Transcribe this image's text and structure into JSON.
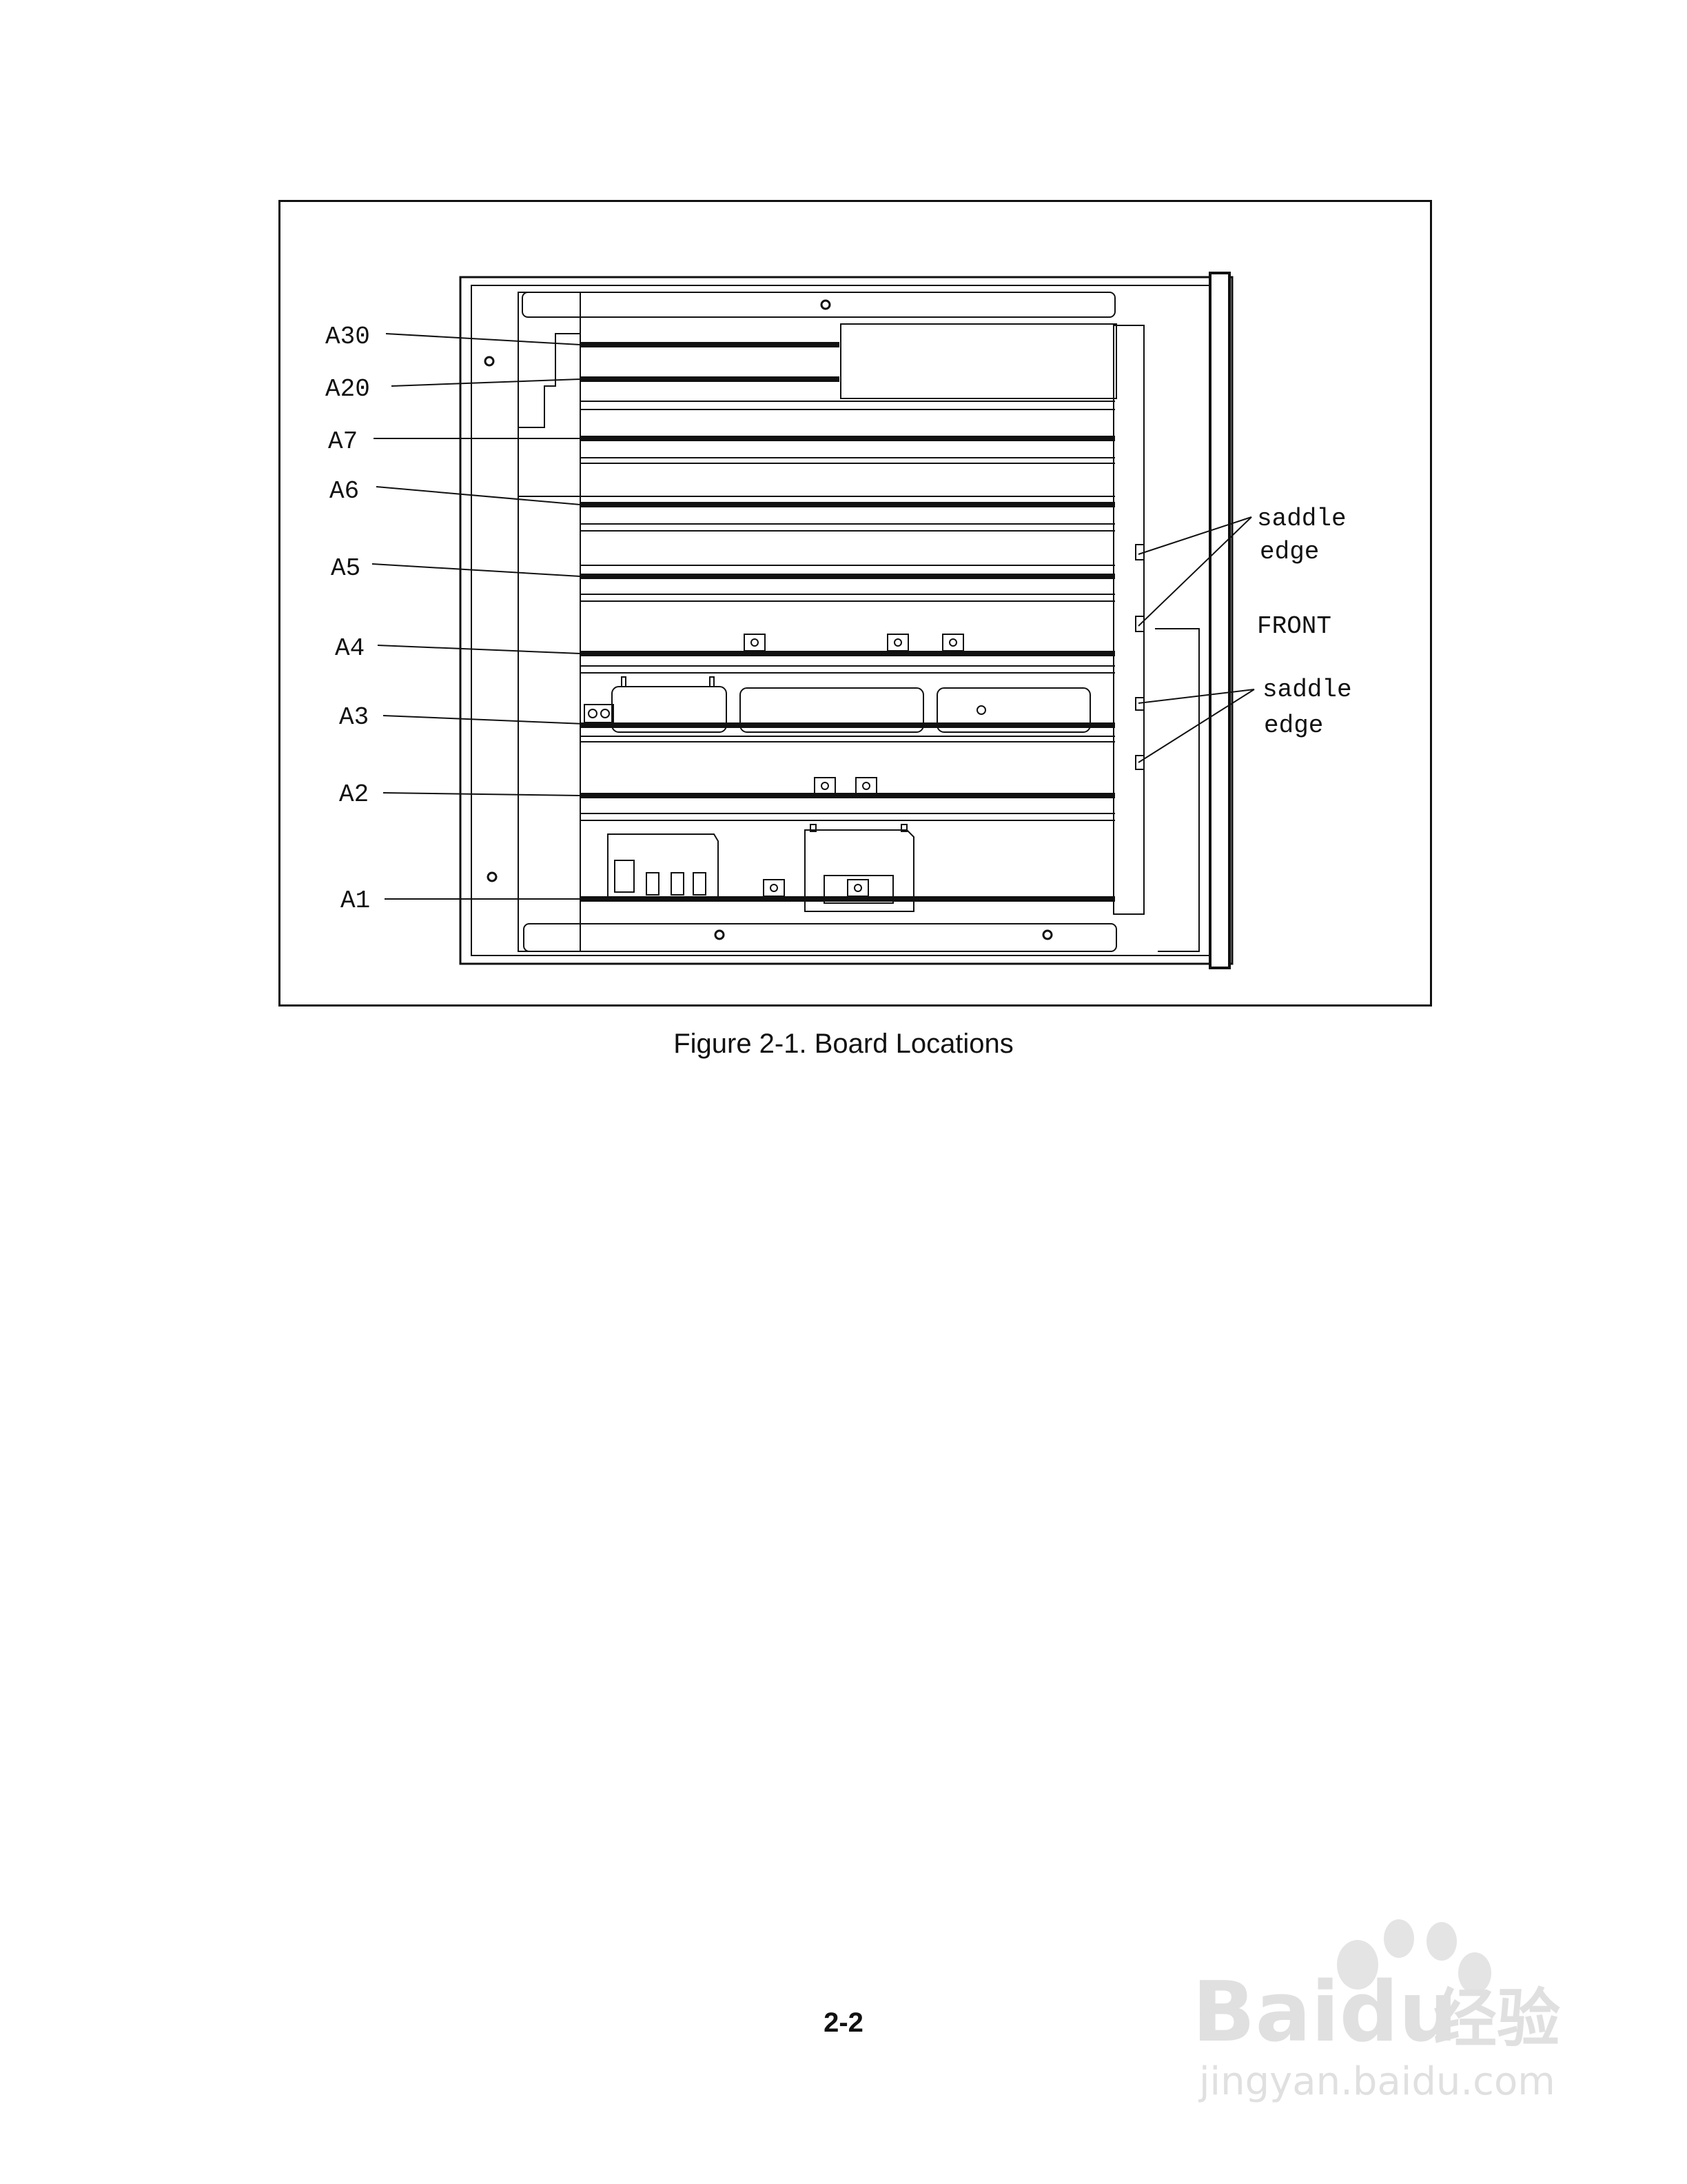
{
  "figure": {
    "caption": "Figure 2-1. Board Locations",
    "board_labels": [
      "A30",
      "A20",
      "A7",
      "A6",
      "A5",
      "A4",
      "A3",
      "A2",
      "A1"
    ],
    "side_labels": {
      "saddle_edge_upper_1": "saddle",
      "saddle_edge_upper_2": "edge",
      "front": "FRONT",
      "saddle_edge_lower_1": "saddle",
      "saddle_edge_lower_2": "edge"
    }
  },
  "page": {
    "number": "2-2"
  },
  "watermark": {
    "brand": "Baidu",
    "suffix": "经验",
    "url": "jingyan.baidu.com"
  }
}
